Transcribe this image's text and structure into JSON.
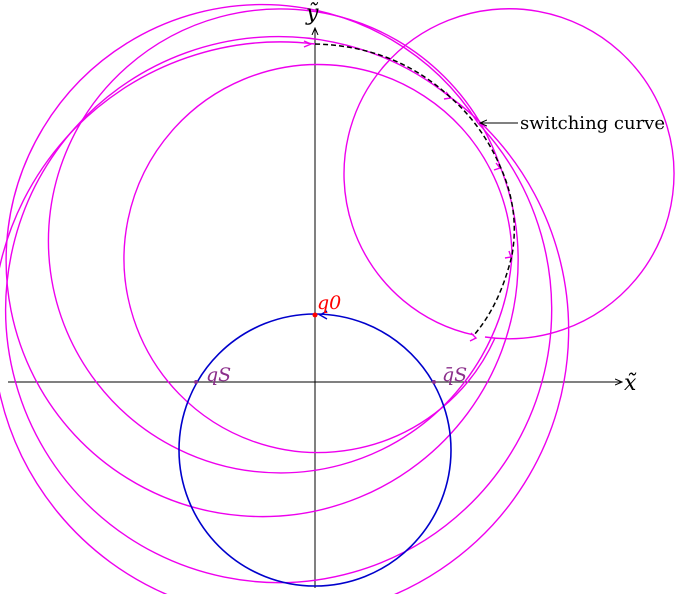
{
  "labels": {
    "x_axis": "x̃",
    "y_axis": "ỹ",
    "q0": "q0",
    "qS": "qS",
    "qS_bar": "q̄S",
    "switching_curve": "switching curve"
  },
  "colors": {
    "axis": "#000000",
    "circle": "#0000cc",
    "trajectory": "#ee00ee",
    "q0": "#ff0000",
    "label_purple": "#8b2f8b",
    "switching_curve": "#000000"
  }
}
